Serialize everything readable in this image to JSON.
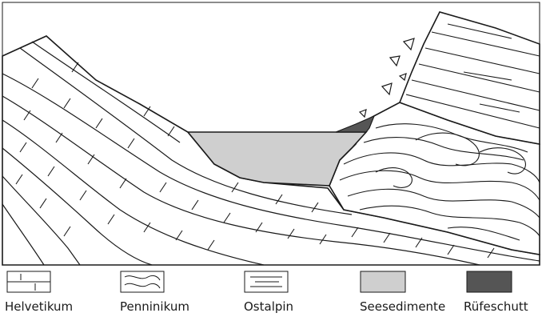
{
  "diagram": {
    "units": [
      {
        "id": "helvetikum",
        "label": "Helvetikum",
        "pattern": "brick-dashes",
        "fill": "#ffffff"
      },
      {
        "id": "penninikum",
        "label": "Penninikum",
        "pattern": "folded-lines",
        "fill": "#ffffff"
      },
      {
        "id": "ostalpin",
        "label": "Ostalpin",
        "pattern": "horizontal-lines",
        "fill": "#ffffff"
      },
      {
        "id": "seesedimente",
        "label": "Seesedimente",
        "pattern": "solid",
        "fill": "#cfcfcf"
      },
      {
        "id": "rufeschutt",
        "label": "Rüfeschutt",
        "pattern": "solid",
        "fill": "#555555"
      }
    ],
    "line_color": "#1a1a1a"
  }
}
